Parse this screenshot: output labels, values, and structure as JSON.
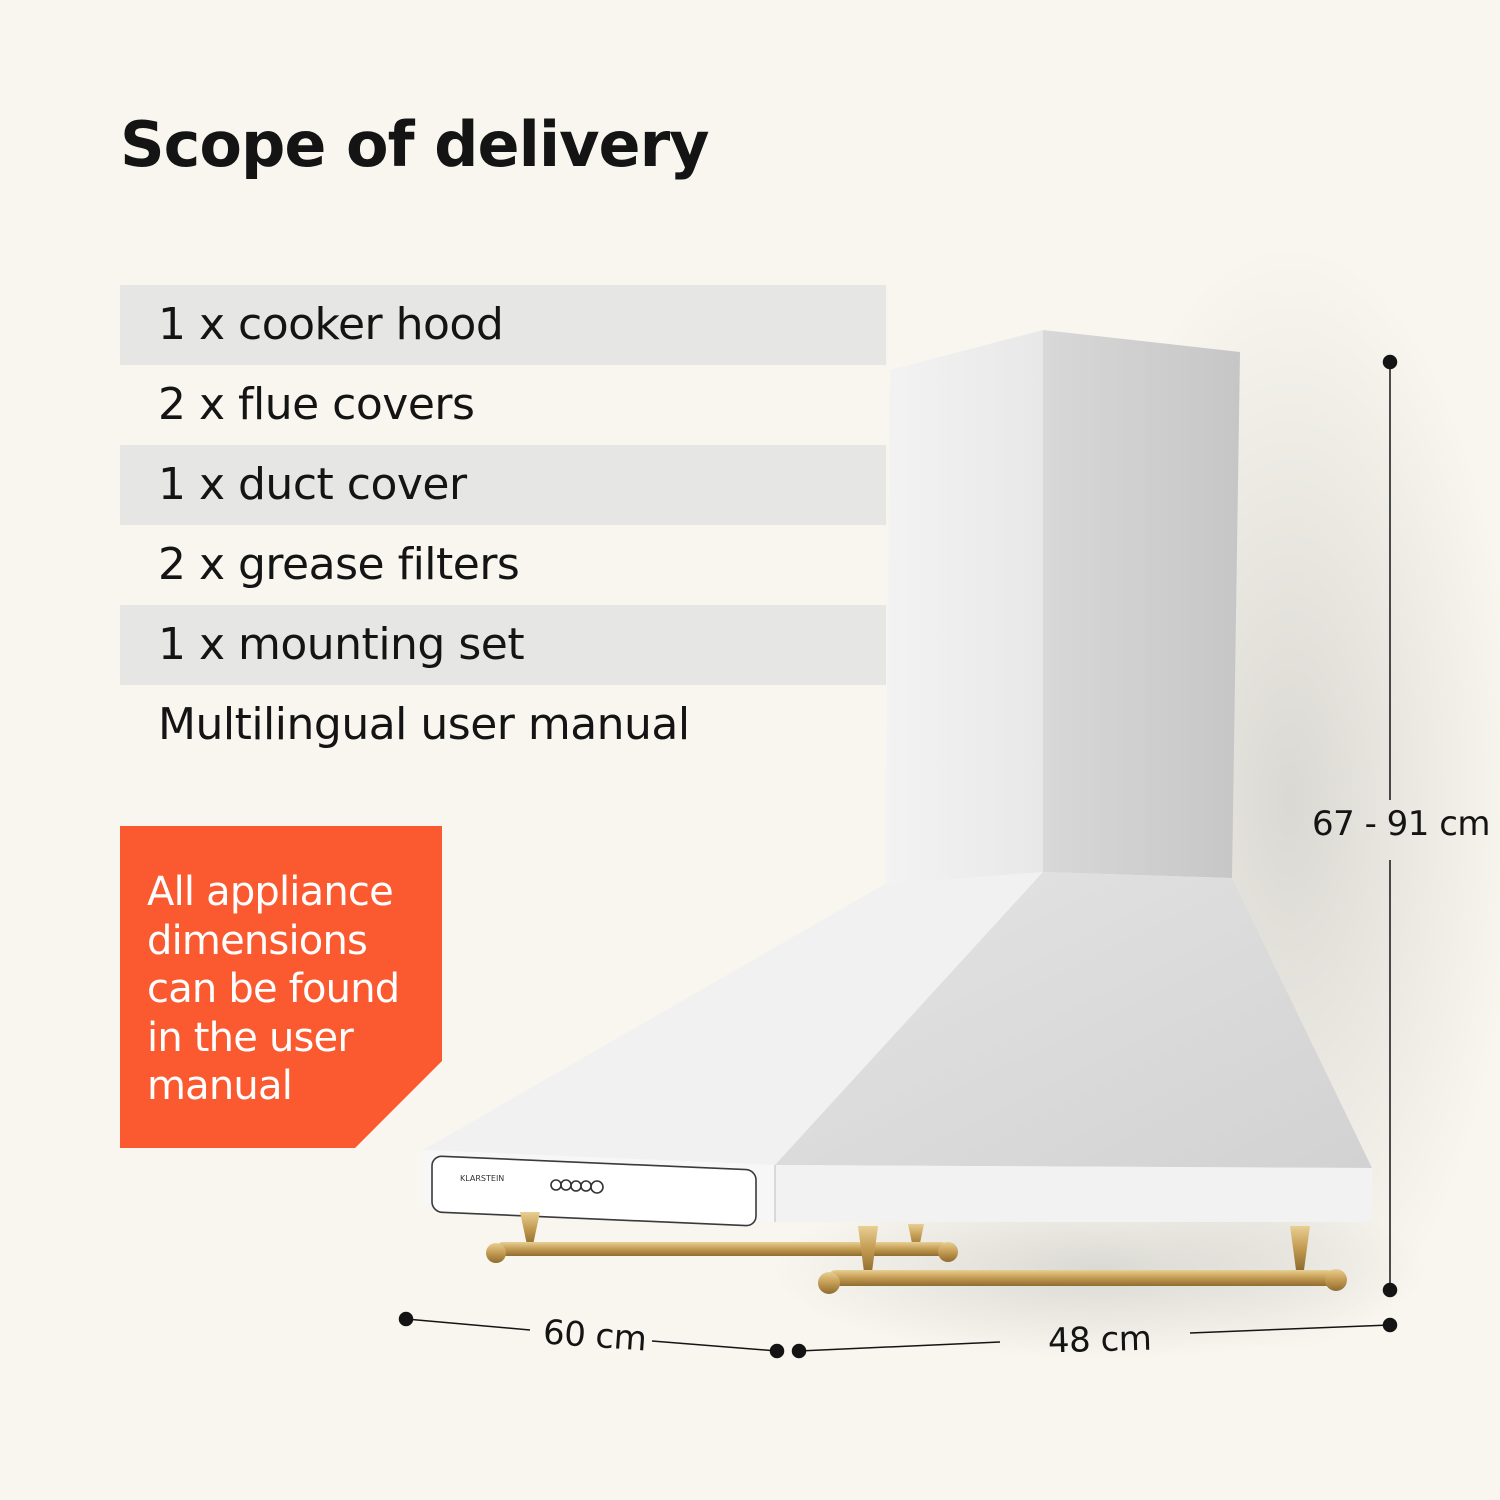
{
  "title": "Scope of delivery",
  "items": [
    "1 x cooker hood",
    "2 x flue covers",
    "1 x duct cover",
    "2 x grease filters",
    "1 x mounting set",
    "Multilingual user manual"
  ],
  "notice": "All appliance dimensions can be found in the user manual",
  "dimensions": {
    "height": "67 - 91 cm",
    "width": "60 cm",
    "depth": "48 cm"
  },
  "brand": "KLARSTEIN",
  "colors": {
    "background": "#f8f6ef",
    "accent": "#fb5a31",
    "row_shade": "#e6e6e5",
    "brass": "#c9a460"
  }
}
